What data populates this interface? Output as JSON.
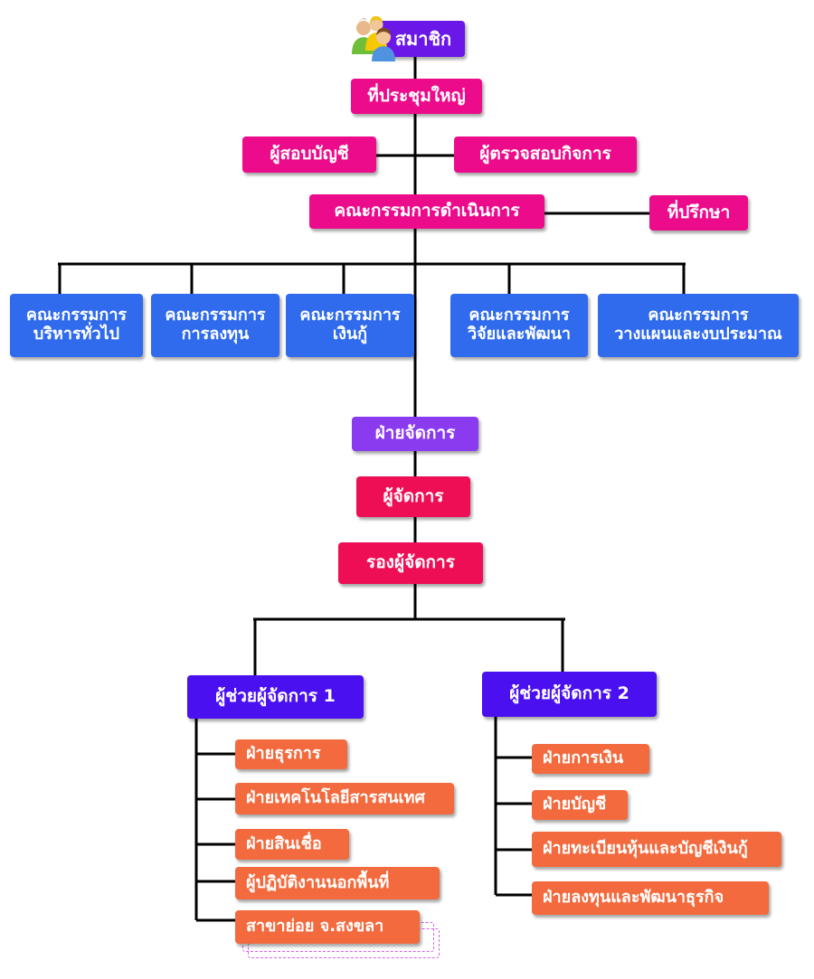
{
  "members": "สมาชิก",
  "general_meeting": "ที่ประชุมใหญ่",
  "auditor": "ผู้สอบบัญชี",
  "business_inspector": "ผู้ตรวจสอบกิจการ",
  "board": "คณะกรรมการดำเนินการ",
  "advisor": "ที่ปรึกษา",
  "committees": [
    {
      "line1": "คณะกรรมการ",
      "line2": "บริหารทั่วไป"
    },
    {
      "line1": "คณะกรรมการ",
      "line2": "การลงทุน"
    },
    {
      "line1": "คณะกรรมการ",
      "line2": "เงินกู้"
    },
    {
      "line1": "คณะกรรมการ",
      "line2": "วิจัยและพัฒนา"
    },
    {
      "line1": "คณะกรรมการ",
      "line2": "วางแผนและงบประมาณ"
    }
  ],
  "management_division": "ฝ่ายจัดการ",
  "manager": "ผู้จัดการ",
  "deputy_manager": "รองผู้จัดการ",
  "assistant1": {
    "title": "ผู้ช่วยผู้จัดการ 1",
    "units": [
      "ฝ่ายธุรการ",
      "ฝ่ายเทคโนโลยีสารสนเทศ",
      "ฝ่ายสินเชื่อ",
      "ผู้ปฏิบัติงานนอกพื้นที่",
      "สาขาย่อย จ.สงขลา"
    ]
  },
  "assistant2": {
    "title": "ผู้ช่วยผู้จัดการ 2",
    "units": [
      "ฝ่ายการเงิน",
      "ฝ่ายบัญชี",
      "ฝ่ายทะเบียนหุ้นและบัญชีเงินกู้",
      "ฝ่ายลงทุนและพัฒนาธุรกิจ"
    ]
  },
  "colors": {
    "pink": "#ec0b8a",
    "crimson": "#ee0e55",
    "blue": "#2f6bec",
    "purple": "#8a3bf0",
    "indigo": "#4a10f0",
    "orange": "#f26a3d",
    "members": "#6a17e8",
    "line": "#000000"
  },
  "icons": {
    "members": "people-group-icon"
  }
}
